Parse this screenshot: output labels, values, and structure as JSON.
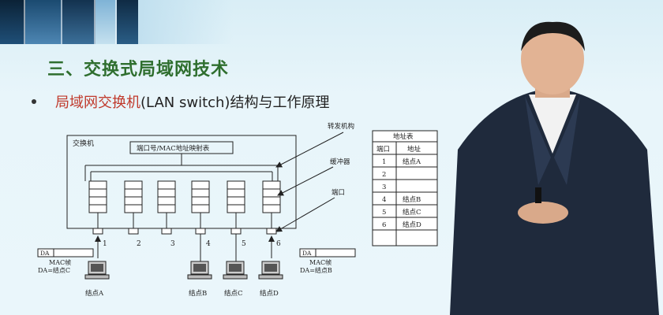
{
  "slide": {
    "title": "三、交换式局域网技术",
    "subtitle_prefix": "局域网交换机",
    "subtitle_suffix": "(LAN switch)结构与工作原理"
  },
  "diagram": {
    "switch_label": "交换机",
    "map_table_label": "端口号/MAC地址映射表",
    "forwarding_label": "转发机构",
    "buffer_label": "缓冲器",
    "port_label": "端口",
    "ports": [
      "1",
      "2",
      "3",
      "4",
      "5",
      "6"
    ],
    "left_frame": {
      "da": "DA",
      "frame": "MAC帧",
      "dest": "DA=结点C"
    },
    "right_frame": {
      "da": "DA",
      "frame": "MAC帧",
      "dest": "DA=结点B"
    },
    "nodes": [
      "结点A",
      "结点B",
      "结点C",
      "结点D"
    ],
    "address_table": {
      "title": "地址表",
      "headers": [
        "端口",
        "地址"
      ],
      "rows": [
        [
          "1",
          "结点A"
        ],
        [
          "2",
          ""
        ],
        [
          "3",
          ""
        ],
        [
          "4",
          "结点B"
        ],
        [
          "5",
          "结点C"
        ],
        [
          "6",
          "结点D"
        ]
      ]
    }
  }
}
